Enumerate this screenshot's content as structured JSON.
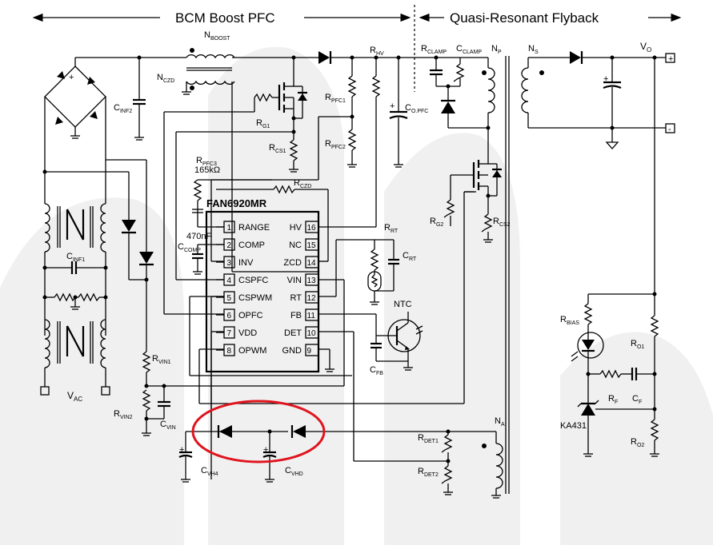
{
  "sections": {
    "pfc": "BCM Boost PFC",
    "flyback": "Quasi-Resonant Flyback"
  },
  "ic": {
    "name": "FAN6920MR",
    "left_pins": [
      {
        "num": "1",
        "name": "RANGE"
      },
      {
        "num": "2",
        "name": "COMP"
      },
      {
        "num": "3",
        "name": "INV"
      },
      {
        "num": "4",
        "name": "CSPFC"
      },
      {
        "num": "5",
        "name": "CSPWM"
      },
      {
        "num": "6",
        "name": "OPFC"
      },
      {
        "num": "7",
        "name": "VDD"
      },
      {
        "num": "8",
        "name": "OPWM"
      }
    ],
    "right_pins": [
      {
        "num": "16",
        "name": "HV"
      },
      {
        "num": "15",
        "name": "NC"
      },
      {
        "num": "14",
        "name": "ZCD"
      },
      {
        "num": "13",
        "name": "VIN"
      },
      {
        "num": "12",
        "name": "RT"
      },
      {
        "num": "11",
        "name": "FB"
      },
      {
        "num": "10",
        "name": "DET"
      },
      {
        "num": "9",
        "name": "GND"
      }
    ]
  },
  "labels": {
    "nboost": "N",
    "nboost_sub": "BOOST",
    "nczd": "N",
    "nczd_sub": "CZD",
    "cinf2": "C",
    "cinf2_sub": "INF2",
    "rg1": "R",
    "rg1_sub": "G1",
    "rpfc1": "R",
    "rpfc1_sub": "PFC1",
    "rpfc2": "R",
    "rpfc2_sub": "PFC2",
    "rcs1": "R",
    "rcs1_sub": "CS1",
    "rhv": "R",
    "rhv_sub": "HV",
    "copfc": "C",
    "copfc_sub": "O.PFC",
    "rpfc3": "R",
    "rpfc3_sub": "PFC3",
    "rpfc3_val": "165kΩ",
    "rczd": "R",
    "rczd_sub": "CZD",
    "ccomp": "C",
    "ccomp_sub": "COMP",
    "ccomp_val": "470nF",
    "cinf1": "C",
    "cinf1_sub": "INF1",
    "rvin1": "R",
    "rvin1_sub": "VIN1",
    "rvin2": "R",
    "rvin2_sub": "VIN2",
    "cvin": "C",
    "cvin_sub": "VIN",
    "cvdd1": "C",
    "cvdd1_sub": "VH4",
    "cvdd2": "C",
    "cvdd2_sub": "VHD",
    "vac": "V",
    "vac_sub": "AC",
    "rclamp": "R",
    "rclamp_sub": "CLAMP",
    "cclamp": "C",
    "cclamp_sub": "CLAMP",
    "np": "N",
    "np_sub": "P",
    "ns": "N",
    "ns_sub": "S",
    "vo": "V",
    "vo_sub": "O",
    "rg2": "R",
    "rg2_sub": "G2",
    "rcs2": "R",
    "rcs2_sub": "CS2",
    "rrt": "R",
    "rrt_sub": "RT",
    "crt": "C",
    "crt_sub": "RT",
    "ntc": "NTC",
    "cfb": "C",
    "cfb_sub": "FB",
    "rdet1": "R",
    "rdet1_sub": "DET1",
    "rdet2": "R",
    "rdet2_sub": "DET2",
    "na": "N",
    "na_sub": "A",
    "rbias": "R",
    "rbias_sub": "BIAS",
    "ro1": "R",
    "ro1_sub": "O1",
    "ro2": "R",
    "ro2_sub": "O2",
    "rf": "R",
    "rf_sub": "F",
    "cf": "C",
    "cf_sub": "F",
    "ka431": "KA431",
    "plus": "+",
    "minus": "-"
  },
  "highlight_color": "#e0141e"
}
